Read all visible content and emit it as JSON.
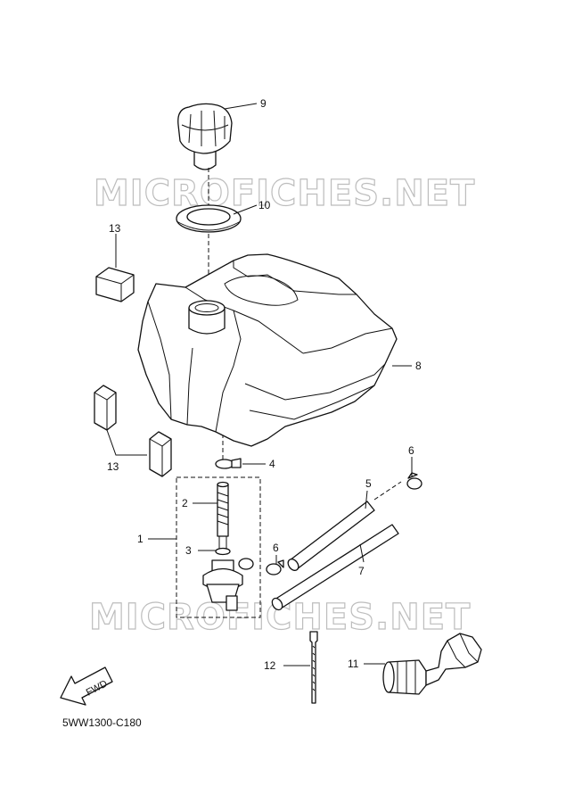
{
  "watermarks": [
    "MICROFICHES.NET",
    "MICROFICHES.NET"
  ],
  "callouts": {
    "c1": "1",
    "c2": "2",
    "c3": "3",
    "c4": "4",
    "c5": "5",
    "c6a": "6",
    "c6b": "6",
    "c7": "7",
    "c8": "8",
    "c9": "9",
    "c10": "10",
    "c11": "11",
    "c12": "12",
    "c13a": "13",
    "c13b": "13"
  },
  "direction_arrow": {
    "label": "FWD"
  },
  "diagram_code": "5WW1300-C180"
}
